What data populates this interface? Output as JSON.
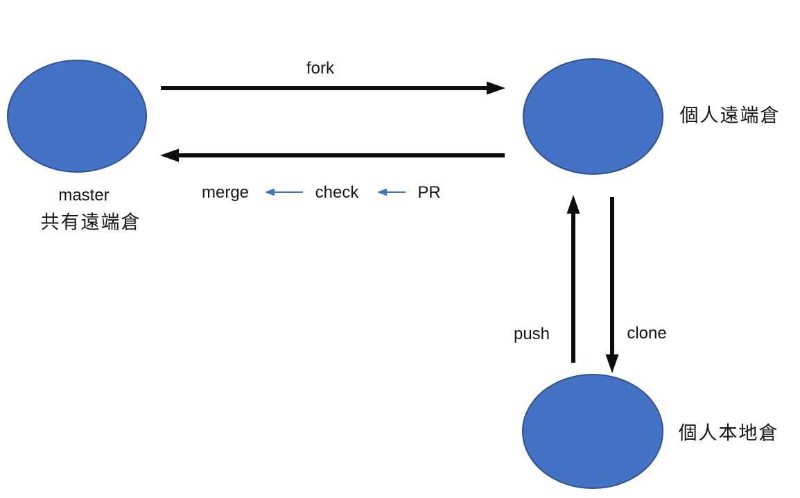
{
  "diagram": {
    "nodes": {
      "shared_remote": {
        "name_label": "master",
        "cjk_label": "共有遠端倉"
      },
      "personal_remote": {
        "cjk_label": "個人遠端倉"
      },
      "personal_local": {
        "cjk_label": "個人本地倉"
      }
    },
    "edges": {
      "fork": {
        "label": "fork"
      },
      "merge_chain": {
        "merge_label": "merge",
        "check_label": "check",
        "pr_label": "PR"
      },
      "push": {
        "label": "push"
      },
      "clone": {
        "label": "clone"
      }
    },
    "colors": {
      "node_fill": "#4472C4",
      "node_outline": "#2F528F",
      "arrow_primary": "#0D0D0D",
      "arrow_secondary": "#4472C4",
      "background": "#FFFFFF",
      "text": "#151515"
    }
  }
}
